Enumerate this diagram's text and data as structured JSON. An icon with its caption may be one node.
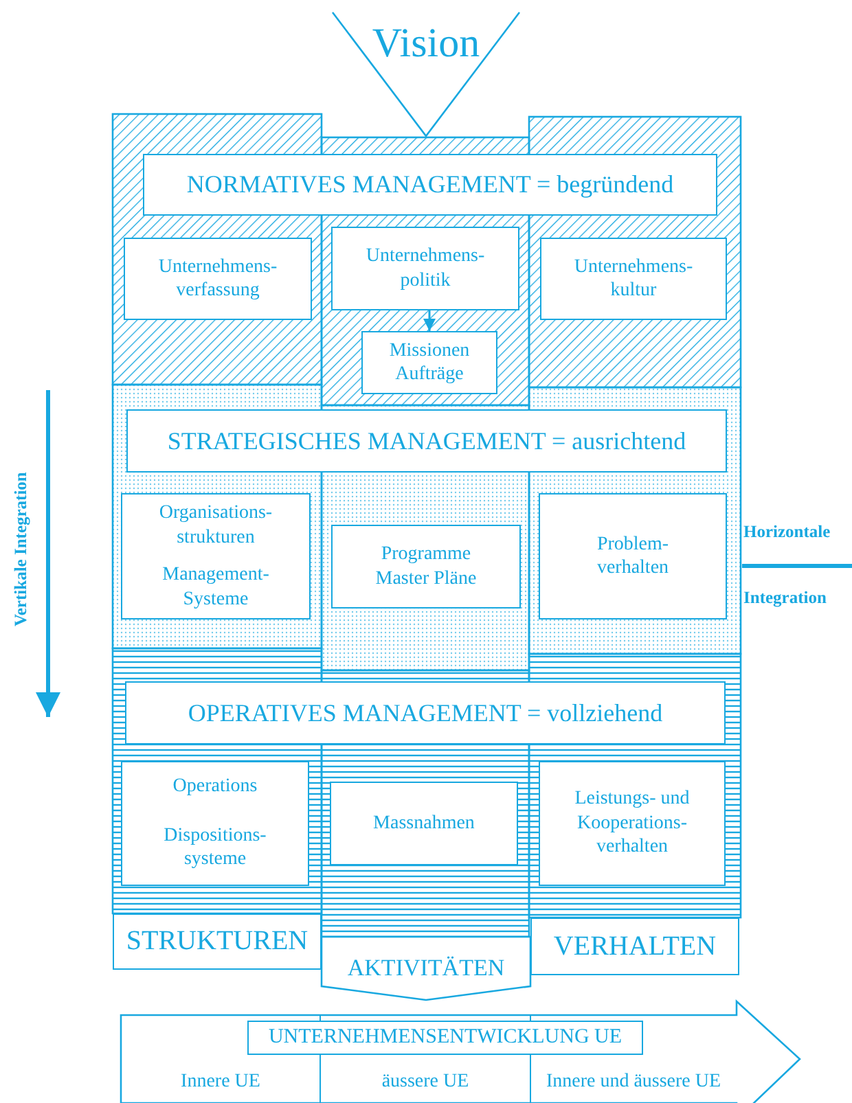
{
  "diagram": {
    "nodes": [
      {
        "text": [
          "Vision"
        ]
      },
      {
        "text": [
          "NORMATIVES MANAGEMENT = begründend"
        ]
      },
      {
        "text": [
          "Unternehmens- verfassung"
        ]
      },
      {
        "text": [
          "Unternehmens- politik"
        ]
      },
      {
        "text": [
          "Missionen Aufträge"
        ]
      },
      {
        "text": [
          "Unternehmens- kultur"
        ]
      },
      {
        "text": [
          "STRATEGISCHES MANAGEMENT = ausrichtend"
        ]
      },
      {
        "text": [
          "Organisations- strukturen",
          "Management- Systeme"
        ]
      },
      {
        "text": [
          "Programme Master Pläne"
        ]
      },
      {
        "text": [
          "Problem- verhalten"
        ]
      },
      {
        "text": [
          "OPERATIVES MANAGEMENT = vollziehend"
        ]
      },
      {
        "text": [
          "Operations",
          "Dispositions- systeme"
        ]
      },
      {
        "text": [
          "Massnahmen"
        ]
      },
      {
        "text": [
          "Leistungs- und Kooperations- verhalten"
        ]
      },
      {
        "text": [
          "STRUKTUREN"
        ]
      },
      {
        "text": [
          "AKTIVITÄTEN"
        ]
      },
      {
        "text": [
          "VERHALTEN"
        ]
      },
      {
        "text": [],
        "shape": "arrow"
      },
      {
        "text": [
          "UNTERNEHMENSENTWICKLUNG UE"
        ],
        "in": 17
      },
      {
        "text": [
          "Innere UE"
        ],
        "in": 17
      },
      {
        "text": [
          "äussere UE"
        ],
        "in": 17
      },
      {
        "text": [
          "Innere und äussere UE"
        ],
        "in": 17
      }
    ],
    "edges": [
      {
        "from": 3,
        "to": 4,
        "arrow": "to"
      }
    ],
    "labels": [
      "Vertikale Integration",
      "Horizontale",
      "Integration"
    ]
  }
}
